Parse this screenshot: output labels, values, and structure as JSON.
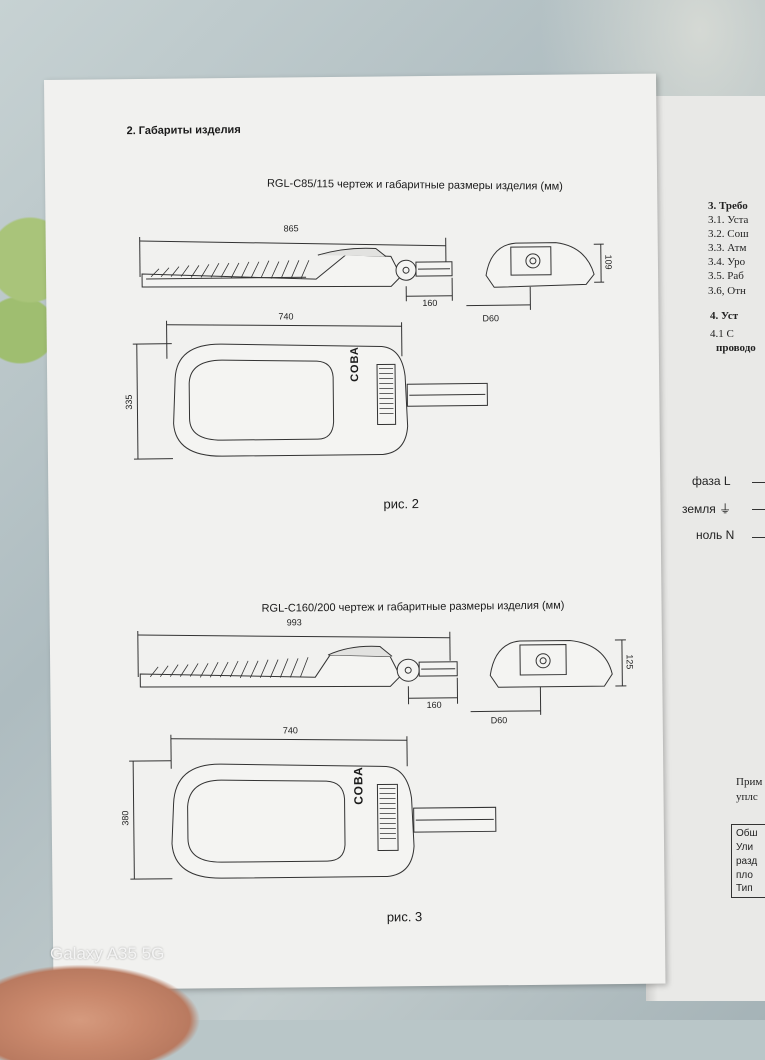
{
  "left_page": {
    "heading": "2. Габариты изделия",
    "figure1": {
      "caption": "RGL-C85/115 чертеж и габаритные размеры изделия (мм)",
      "dims": {
        "length": "865",
        "bracket": "160",
        "height": "109",
        "diameter": "D60",
        "top_length": "740",
        "width": "335"
      },
      "logo": "СОВА",
      "label": "рис. 2"
    },
    "figure2": {
      "caption": "RGL-C160/200 чертеж и габаритные размеры изделия (мм)",
      "dims": {
        "length": "993",
        "bracket": "160",
        "height": "125",
        "diameter": "D60",
        "top_length": "740",
        "width": "380"
      },
      "logo": "СОВА",
      "label": "рис. 3"
    }
  },
  "right_page": {
    "section3": "3.  Требо",
    "items": [
      "3.1.  Уста",
      "3.2.  Сош",
      "3.3.  Атм",
      "3.4.  Уро",
      "3.5.  Раб",
      "3.6,  Отн"
    ],
    "section4": "4.  Уст",
    "item41": "4.1   С",
    "wire_line": "проводо",
    "wiring": [
      "фаза L",
      "земля ⏚",
      "ноль N"
    ],
    "note_lines": [
      "Прим",
      "уплс"
    ],
    "box_lines": [
      "Обш",
      "Ули",
      "разд",
      "пло",
      "Тип"
    ]
  },
  "camera_watermark": "Galaxy A35 5G"
}
